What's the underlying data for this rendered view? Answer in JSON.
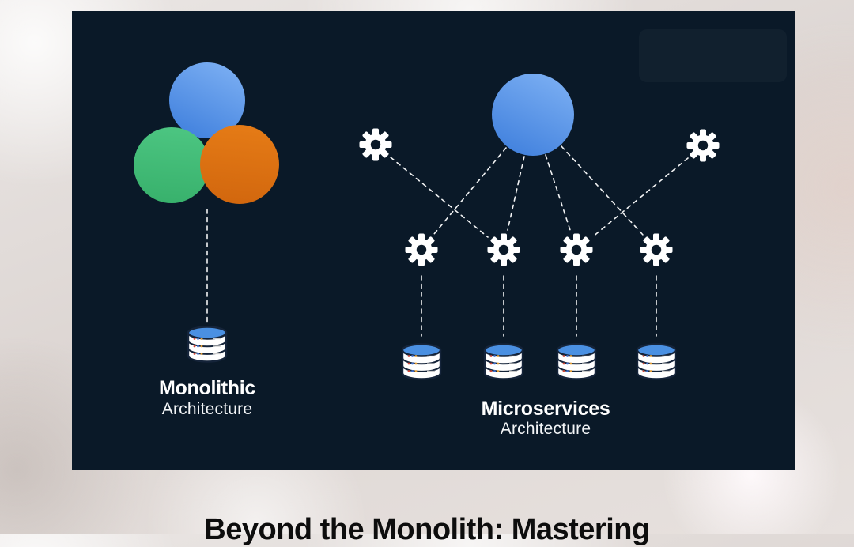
{
  "caption": {
    "text": "Beyond the Monolith: Mastering"
  },
  "diagram": {
    "monolithic": {
      "title": "Monolithic",
      "subtitle": "Architecture"
    },
    "microservices": {
      "title": "Microservices",
      "subtitle": "Architecture"
    }
  },
  "colors": {
    "card_background": "#0a1928",
    "circle_blue_light": "#79adf2",
    "circle_blue_dark": "#4080dd",
    "circle_green": "#41bd77",
    "circle_orange": "#dc7012",
    "db_top_blue": "#4a90e2",
    "icon_white": "#ffffff",
    "caption_text": "#0d0d0d"
  },
  "icons": {
    "service": "gear-icon",
    "database": "database-icon"
  }
}
